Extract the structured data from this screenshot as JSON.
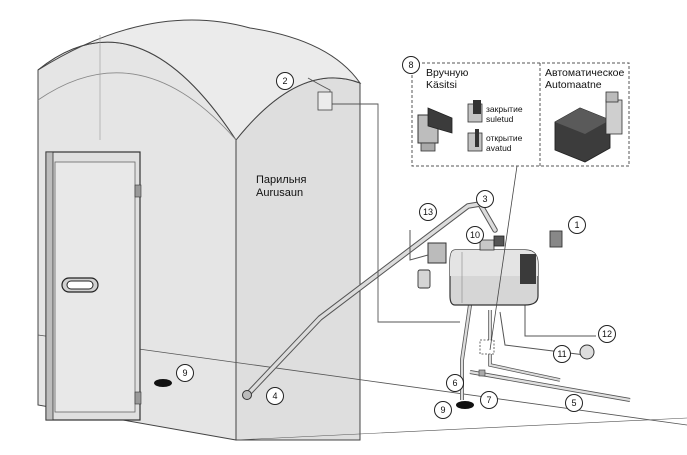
{
  "room_label": {
    "line1": "Парильня",
    "line2": "Aurusaun"
  },
  "inset": {
    "manual": {
      "line1": "Вручную",
      "line2": "Käsitsi"
    },
    "automatic": {
      "line1": "Автоматическое",
      "line2": "Automaatne"
    },
    "closed": {
      "line1": "закрытие",
      "line2": "suletud"
    },
    "open": {
      "line1": "открытие",
      "line2": "avatud"
    }
  },
  "callouts": {
    "c1": "1",
    "c2": "2",
    "c3": "3",
    "c4": "4",
    "c5": "5",
    "c6": "6",
    "c7": "7",
    "c8": "8",
    "c9a": "9",
    "c9b": "9",
    "c10": "10",
    "c11": "11",
    "c12": "12",
    "c13": "13"
  },
  "colors": {
    "wall": "#e6e6e6",
    "wall_dark": "#d4d4d4",
    "line": "#444444",
    "pipe": "#c9c9c9",
    "generator": "#d9d9d9"
  }
}
